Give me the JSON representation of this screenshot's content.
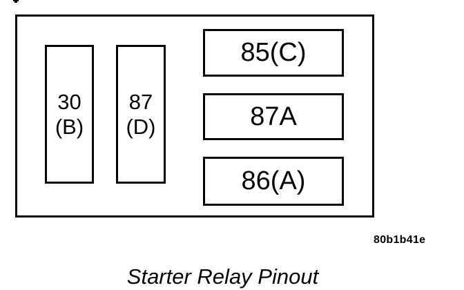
{
  "diagram": {
    "title": "Starter Relay Pinout",
    "figure_code": "80b1b41e",
    "pins_left": [
      {
        "line1": "30",
        "line2": "(B)"
      },
      {
        "line1": "87",
        "line2": "(D)"
      }
    ],
    "pins_right": [
      {
        "label": "85(C)"
      },
      {
        "label": "87A"
      },
      {
        "label": "86(A)"
      }
    ]
  }
}
